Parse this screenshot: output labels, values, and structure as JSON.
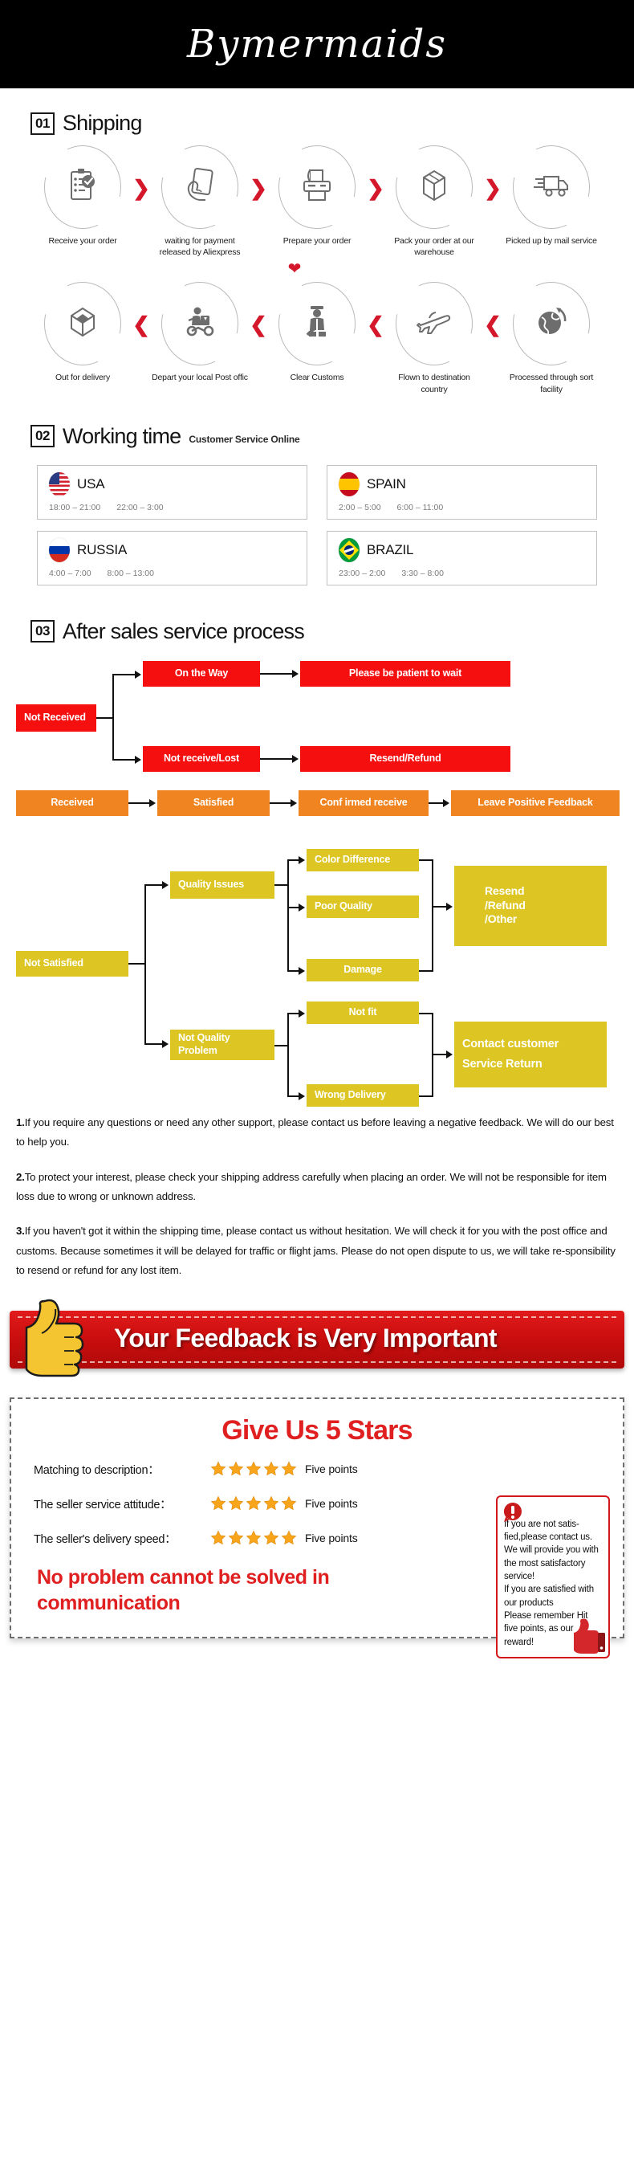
{
  "header": {
    "logo": "Bymermaids"
  },
  "sections": {
    "shipping": {
      "num": "01",
      "title": "Shipping"
    },
    "working": {
      "num": "02",
      "title": "Working time",
      "sub": "Customer Service Online"
    },
    "aftersales": {
      "num": "03",
      "title": "After sales service process"
    }
  },
  "shipping_steps_row1": [
    {
      "icon": "clipboard-check-icon",
      "label": "Receive your order"
    },
    {
      "icon": "hand-card-icon",
      "label": "waiting for payment released by Aliexpress"
    },
    {
      "icon": "printer-icon",
      "label": "Prepare your order"
    },
    {
      "icon": "box-icon",
      "label": "Pack your order at our warehouse"
    },
    {
      "icon": "truck-icon",
      "label": "Picked up by mail service"
    }
  ],
  "shipping_steps_row2": [
    {
      "icon": "open-box-icon",
      "label": "Out  for delivery"
    },
    {
      "icon": "scooter-courier-icon",
      "label": "Depart your local Post offic"
    },
    {
      "icon": "customs-officer-icon",
      "label": "Clear Customs"
    },
    {
      "icon": "airplane-icon",
      "label": "Flown to destination country"
    },
    {
      "icon": "globe-arrow-icon",
      "label": "Processed through sort facility"
    }
  ],
  "working_time": [
    {
      "country": "USA",
      "flag": "flag-usa-icon",
      "times": [
        "18:00 – 21:00",
        "22:00 – 3:00"
      ]
    },
    {
      "country": "SPAIN",
      "flag": "flag-spain-icon",
      "times": [
        "2:00 – 5:00",
        "6:00 – 11:00"
      ]
    },
    {
      "country": "RUSSIA",
      "flag": "flag-russia-icon",
      "times": [
        "4:00 – 7:00",
        "8:00 – 13:00"
      ]
    },
    {
      "country": "BRAZIL",
      "flag": "flag-brazil-icon",
      "times": [
        "23:00 – 2:00",
        "3:30 – 8:00"
      ]
    }
  ],
  "flow": {
    "red": {
      "not_received": "Not Received",
      "on_the_way": "On the Way",
      "please_wait": "Please be patient to wait",
      "not_receive_lost": "Not receive/Lost",
      "resend_refund": "Resend/Refund"
    },
    "orange": {
      "received": "Received",
      "satisfied": "Satisfied",
      "confirmed_receive": "Conf irmed receive",
      "leave_feedback": "Leave Positive Feedback"
    },
    "yellow": {
      "not_satisfied": "Not Satisfied",
      "quality_issues": "Quality Issues",
      "color_difference": "Color Difference",
      "poor_quality": "Poor Quality",
      "damage": "Damage",
      "resend_refund_other": "Resend\n/Refund\n/Other",
      "not_quality_problem": "Not Quality\nProblem",
      "not_fit": "Not fit",
      "wrong_delivery": "Wrong Delivery",
      "contact_return": "Contact customer\nService Return"
    }
  },
  "terms": [
    {
      "n": "1.",
      "text": "If you require any questions or need any other support, please contact us before leaving a negative feedback. We will do our best to help you."
    },
    {
      "n": "2.",
      "text": "To protect your interest, please check your shipping address carefully when placing an order. We will not be responsible for item loss due to wrong or unknown address."
    },
    {
      "n": "3.",
      "text": "If you haven't got it within the shipping time, please contact us without hesitation. We will check it for you with the post office and customs. Because sometimes it will be delayed for traffic or flight jams. Please do not open dispute to us, we will take re-sponsibility to resend or refund for any lost item."
    }
  ],
  "feedback_banner": {
    "text": "Your Feedback is Very Important",
    "icon": "thumbs-up-icon"
  },
  "stars": {
    "title": "Give Us 5 Stars",
    "rows": [
      {
        "label": "Matching to description：",
        "stars": 5,
        "points": "Five points"
      },
      {
        "label": "The seller service attitude：",
        "stars": 5,
        "points": "Five points"
      },
      {
        "label": "The seller's delivery speed：",
        "stars": 5,
        "points": "Five points"
      }
    ],
    "slogan": "No problem cannot be solved in communication",
    "note": "If you are not satis-fied,please contact us. We will provide you with the most satisfactory service!\nIf you are satisfied with our products\nPlease remember Hit five points, as our reward!",
    "note_icon": "exclamation-icon",
    "note_thumb_icon": "thumbs-up-red-icon"
  },
  "colors": {
    "red": "#f50f0f",
    "orange": "#f08420",
    "yellow": "#ddc623",
    "accent_red": "#d4172a",
    "banner_red": "#c90d0d",
    "star": "#f8a51b"
  }
}
